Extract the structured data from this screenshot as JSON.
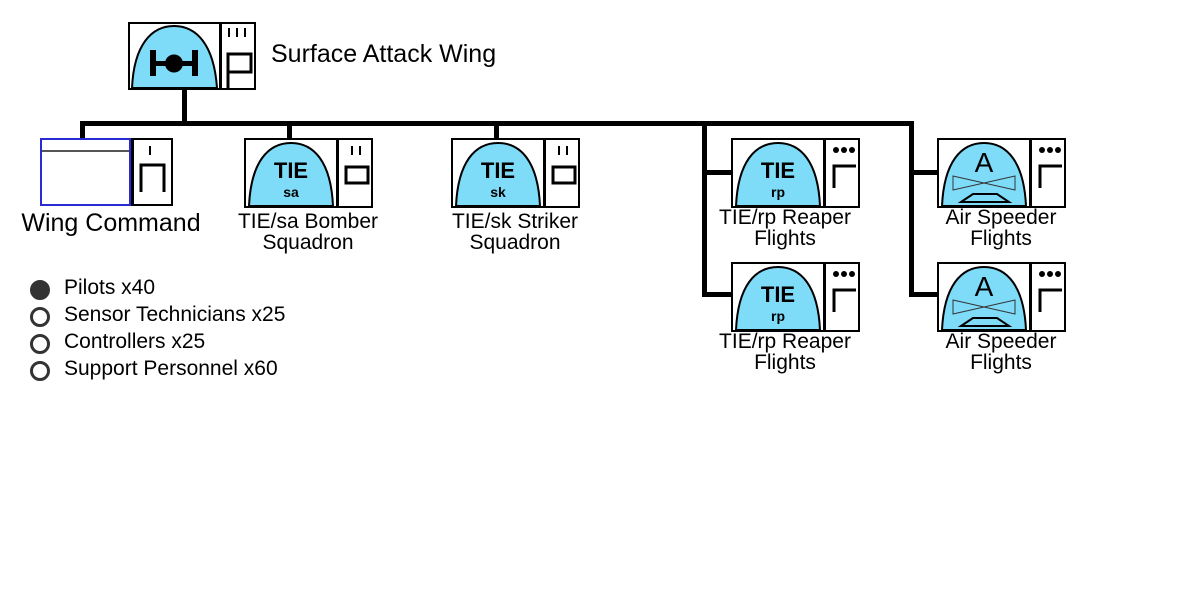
{
  "colors": {
    "emblem_fill": "#7fdcf9",
    "line": "#000000",
    "command_border": "#2a2ad4"
  },
  "wing": {
    "title": "Surface Attack Wing",
    "emblem_icon": "tie-fighter-icon",
    "echelon_mark": "III"
  },
  "units": [
    {
      "id": "wing-command",
      "label_lines": [
        "Wing Command"
      ],
      "emblem": "command-flag",
      "echelon_mark": "I",
      "echelon_icon": "n-bracket"
    },
    {
      "id": "tie-sa",
      "label_lines": [
        "TIE/sa Bomber",
        "Squadron"
      ],
      "emblem_text": "TIE",
      "emblem_sub": "sa",
      "echelon_mark": "II",
      "echelon_icon": "rectangle"
    },
    {
      "id": "tie-sk",
      "label_lines": [
        "TIE/sk Striker",
        "Squadron"
      ],
      "emblem_text": "TIE",
      "emblem_sub": "sk",
      "echelon_mark": "II",
      "echelon_icon": "rectangle"
    },
    {
      "id": "tie-rp-1",
      "label_lines": [
        "TIE/rp Reaper",
        "Flights"
      ],
      "emblem_text": "TIE",
      "emblem_sub": "rp",
      "echelon_mark": "•••",
      "echelon_icon": "corner"
    },
    {
      "id": "tie-rp-2",
      "label_lines": [
        "TIE/rp Reaper",
        "Flights"
      ],
      "emblem_text": "TIE",
      "emblem_sub": "rp",
      "echelon_mark": "•••",
      "echelon_icon": "corner"
    },
    {
      "id": "air-speeder-1",
      "label_lines": [
        "Air Speeder",
        "Flights"
      ],
      "emblem_text": "A",
      "echelon_mark": "•••",
      "echelon_icon": "corner"
    },
    {
      "id": "air-speeder-2",
      "label_lines": [
        "Air Speeder",
        "Flights"
      ],
      "emblem_text": "A",
      "echelon_mark": "•••",
      "echelon_icon": "corner"
    }
  ],
  "personnel": [
    {
      "label": "Pilots x40",
      "filled": true
    },
    {
      "label": "Sensor Technicians x25",
      "filled": false
    },
    {
      "label": "Controllers x25",
      "filled": false
    },
    {
      "label": "Support Personnel x60",
      "filled": false
    }
  ]
}
